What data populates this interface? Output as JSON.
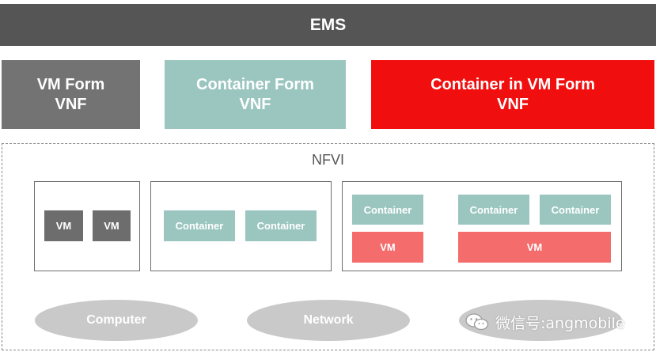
{
  "ems": {
    "label": "EMS"
  },
  "vnf_forms": {
    "vm_form": {
      "line1": "VM Form",
      "line2": "VNF",
      "color": "#737373"
    },
    "container_form": {
      "line1": "Container Form",
      "line2": "VNF",
      "color": "#9bc6c0"
    },
    "container_in_vm_form": {
      "line1": "Container in VM Form",
      "line2": "VNF",
      "color": "#f10e0e"
    }
  },
  "nfvi": {
    "label": "NFVI",
    "host1": {
      "vm_a": "VM",
      "vm_b": "VM"
    },
    "host2": {
      "container_a": "Container",
      "container_b": "Container"
    },
    "host3": {
      "container_a": "Container",
      "vm_a": "VM",
      "container_b": "Container",
      "container_c": "Container",
      "vm_b": "VM"
    },
    "resources": {
      "computer": "Computer",
      "network": "Network",
      "storage": ""
    }
  },
  "watermark": {
    "text": "微信号:angmobile",
    "icon": "wechat-icon"
  }
}
